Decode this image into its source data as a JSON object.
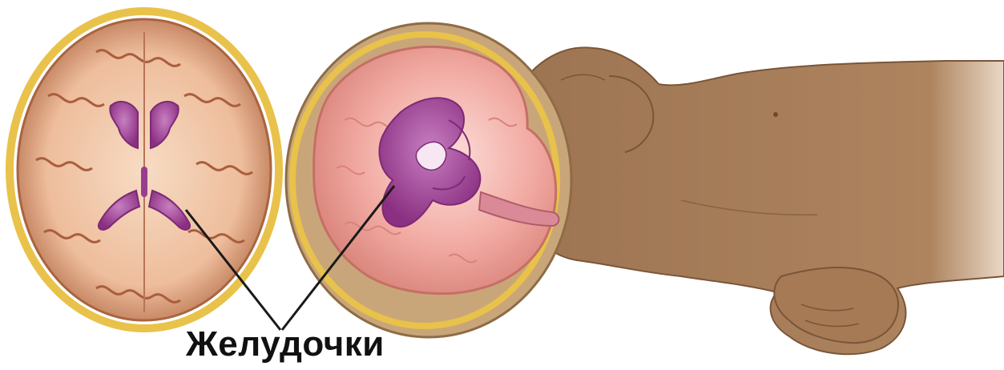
{
  "illustration": {
    "label_text": "Желудочки",
    "colors": {
      "background": "#ffffff",
      "skull_ring": "#e8c24a",
      "brain_tissue": "#f2c9a8",
      "brain_gyri": "#b06a4a",
      "ventricle": "#9a3d8e",
      "fetal_brain": "#f0a8a0",
      "skin": "#a47a58",
      "pointer_line": "#1a1a1a"
    },
    "icons": [
      "axial-brain-section",
      "fetal-head-section",
      "infant-body"
    ]
  }
}
